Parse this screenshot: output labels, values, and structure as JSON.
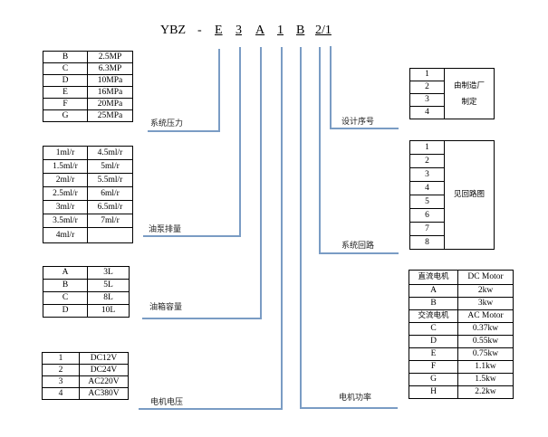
{
  "model_code": {
    "prefix": "YBZ",
    "dash": "-",
    "parts": [
      "E",
      "3",
      "A",
      "1",
      "B",
      "2/1"
    ]
  },
  "labels": {
    "pressure": "系统压力",
    "displacement": "油泵排量",
    "tank": "油箱容量",
    "voltage": "电机电压",
    "power": "电机功率",
    "circuit": "系统回路",
    "design": "设计序号"
  },
  "pressure_table": [
    {
      "code": "B",
      "value": "2.5MP"
    },
    {
      "code": "C",
      "value": "6.3MP"
    },
    {
      "code": "D",
      "value": "10MPa"
    },
    {
      "code": "E",
      "value": "16MPa"
    },
    {
      "code": "F",
      "value": "20MPa"
    },
    {
      "code": "G",
      "value": "25MPa"
    }
  ],
  "displacement_table": [
    [
      "1ml/r",
      "4.5ml/r"
    ],
    [
      "1.5ml/r",
      "5ml/r"
    ],
    [
      "2ml/r",
      "5.5ml/r"
    ],
    [
      "2.5ml/r",
      "6ml/r"
    ],
    [
      "3ml/r",
      "6.5ml/r"
    ],
    [
      "3.5ml/r",
      "7ml/r"
    ],
    [
      "4ml/r",
      ""
    ]
  ],
  "tank_table": [
    {
      "code": "A",
      "value": "3L"
    },
    {
      "code": "B",
      "value": "5L"
    },
    {
      "code": "C",
      "value": "8L"
    },
    {
      "code": "D",
      "value": "10L"
    }
  ],
  "voltage_table": [
    {
      "code": "1",
      "value": "DC12V"
    },
    {
      "code": "2",
      "value": "DC24V"
    },
    {
      "code": "3",
      "value": "AC220V"
    },
    {
      "code": "4",
      "value": "AC380V"
    }
  ],
  "design_table": {
    "codes": [
      "1",
      "2",
      "3",
      "4"
    ],
    "note_line1": "由制造厂",
    "note_line2": "制定"
  },
  "circuit_table": {
    "codes": [
      "1",
      "2",
      "3",
      "4",
      "5",
      "6",
      "7",
      "8"
    ],
    "note": "见回路图"
  },
  "motor_table": {
    "dc_header": [
      "直流电机",
      "DC Motor"
    ],
    "dc_rows": [
      {
        "code": "A",
        "value": "2kw"
      },
      {
        "code": "B",
        "value": "3kw"
      }
    ],
    "ac_header": [
      "交流电机",
      "AC Motor"
    ],
    "ac_rows": [
      {
        "code": "C",
        "value": "0.37kw"
      },
      {
        "code": "D",
        "value": "0.55kw"
      },
      {
        "code": "E",
        "value": "0.75kw"
      },
      {
        "code": "F",
        "value": "1.1kw"
      },
      {
        "code": "G",
        "value": "1.5kw"
      },
      {
        "code": "H",
        "value": "2.2kw"
      }
    ]
  }
}
